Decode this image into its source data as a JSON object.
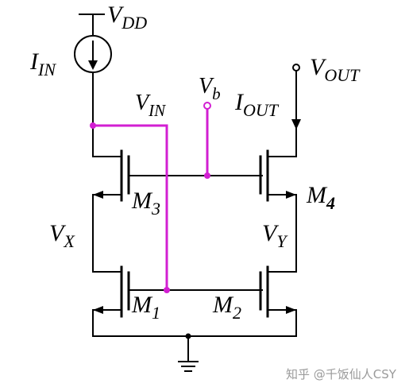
{
  "labels": {
    "vdd_main": "V",
    "vdd_sub": "DD",
    "iin_main": "I",
    "iin_sub": "IN",
    "vin_main": "V",
    "vin_sub": "IN",
    "vb_main": "V",
    "vb_sub": "b",
    "vout_main": "V",
    "vout_sub": "OUT",
    "iout_main": "I",
    "iout_sub": "OUT",
    "vx_main": "V",
    "vx_sub": "X",
    "vy_main": "V",
    "vy_sub": "Y",
    "m1_main": "M",
    "m1_sub": "1",
    "m2_main": "M",
    "m2_sub": "2",
    "m3_main": "M",
    "m3_sub": "3",
    "m4_main": "M",
    "m4_sub": "4"
  },
  "watermark": "知乎 @千饭仙人CSY",
  "colors": {
    "wire": "#000000",
    "highlight": "#d21fd2"
  }
}
